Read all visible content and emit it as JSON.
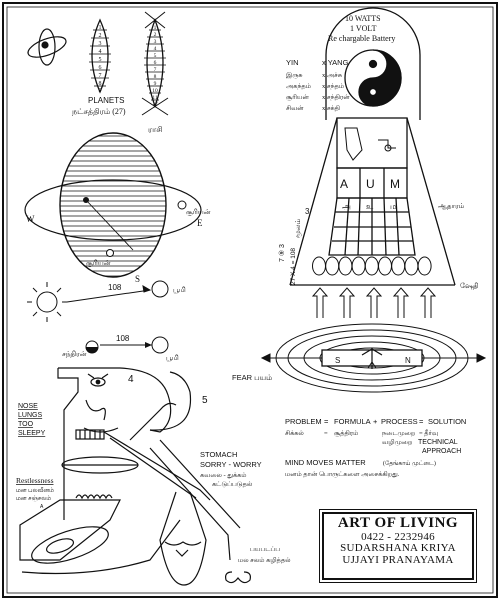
{
  "battery": {
    "watts": "10 WATTS",
    "volt": "1 VOLT",
    "desc": "Re chargable Battery"
  },
  "yin_yang": {
    "yin": "YIN",
    "x_yang": "x YANG",
    "rows": [
      {
        "left": "இருசு",
        "right": "x அச்சு"
      },
      {
        "left": "அகந்தம்",
        "right": "x சந்தம்"
      },
      {
        "left": "சூரியன்",
        "right": "x சந்திரன்"
      },
      {
        "left": "சிவன்",
        "right": "x சக்தி"
      }
    ]
  },
  "planets": {
    "label": "PLANETS",
    "nakshatra": "நட்சத்திரம் (27)",
    "rasi": "ராசி",
    "ladder_numbers": [
      "1",
      "2",
      "3",
      "4",
      "5",
      "6",
      "7",
      "8",
      "9"
    ],
    "rasi_numbers": [
      "1",
      "2",
      "3",
      "4",
      "5",
      "6",
      "7",
      "8",
      "9",
      "10",
      "11",
      "12"
    ]
  },
  "sphere": {
    "w": "W",
    "e": "E",
    "s": "S",
    "sun_right": "சூரியன்",
    "sun_bottom": "சூரியன்"
  },
  "sun_moon": {
    "n1": "108",
    "n2": "108",
    "earth1": "பூமி",
    "earth2": "பூமி",
    "moon": "சந்திரன்"
  },
  "tower": {
    "letters": [
      "A",
      "U",
      "M"
    ],
    "tamil": [
      "அ",
      "உ",
      "ம"
    ],
    "side_left": "3",
    "side_right_top": "ஆதாரம்",
    "side_right_bottom": "ஷேதி",
    "calc1": "7 ⑨ 3",
    "calc2": "27 X 4 = 108",
    "tamil_left": "மூலம்"
  },
  "magnet": {
    "s": "S",
    "n": "N"
  },
  "body_fig": {
    "n4": "4",
    "n5": "5",
    "fear": "FEAR பயம்",
    "nose": "NOSE",
    "lungs": "LUNGS",
    "too": "TOO",
    "sleepy": "SLEEPY",
    "stomach": "STOMACH",
    "sorry": "SORRY - WORRY",
    "stomach_tamil1": "கவலை - துக்கம்",
    "stomach_tamil2": "கட்டுப்படுதல்",
    "restless": "Restlessness",
    "restless_tamil1": "மன பலவீனம்",
    "restless_tamil2": "மன சஞ்சலம்",
    "small_a": "A",
    "fear_tamil1": "பயபடப்ப",
    "fear_tamil2": "மல சலம் கழித்தல்"
  },
  "formula": {
    "problem": "PROBLEM",
    "eq1": "=",
    "formula": "FORMULA",
    "plus": "+",
    "process": "PROCESS",
    "eq2": "=",
    "solution": "SOLUTION",
    "t_problem": "சிக்கல்",
    "t_eq": "=",
    "t_formula": "சூத்திரம்",
    "t_process": "நடைமுறை",
    "t_solution": "= தீர்வு",
    "t_method": "வழிமுறை",
    "technical": "TECHNICAL",
    "approach": "APPROACH",
    "mind": "MIND MOVES MATTER",
    "mind_paren": "(தேங்காய் முட்டை)",
    "mind_tamil": "மனம் தான் பொருட்களை அசைக்கிறது."
  },
  "logo": {
    "title": "ART OF LIVING",
    "phone": "0422 - 2232946",
    "l1": "SUDARSHANA KRIYA",
    "l2": "UJJAYI PRANAYAMA"
  }
}
